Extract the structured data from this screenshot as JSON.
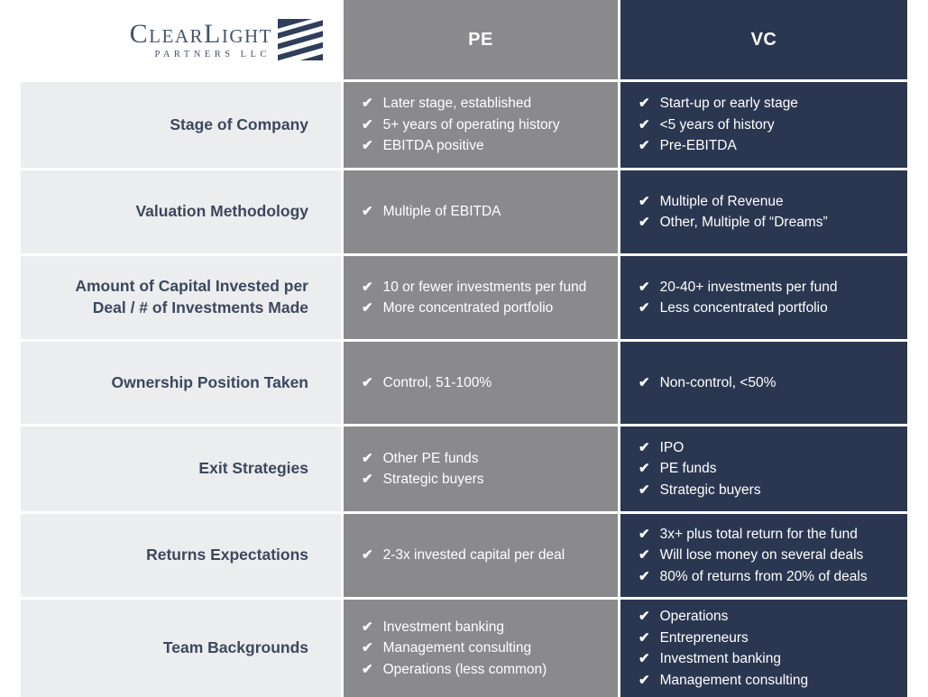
{
  "logo": {
    "name": "ClearLight",
    "subtitle": "PARTNERS LLC"
  },
  "columns": {
    "pe_label": "PE",
    "vc_label": "VC"
  },
  "check_icon": "✔",
  "colors": {
    "pe_header_bg": "#8a8a8c",
    "vc_header_bg": "#2b3751",
    "label_cell_bg": "#ecedee",
    "label_text": "#3b485f",
    "cell_text": "#ffffff",
    "logo_navy": "#46536e"
  },
  "rows": [
    {
      "label": "Stage of Company",
      "pe": [
        "Later stage, established",
        "5+ years of operating history",
        "EBITDA positive"
      ],
      "vc": [
        "Start-up or early stage",
        "<5 years of history",
        "Pre-EBITDA"
      ]
    },
    {
      "label": "Valuation Methodology",
      "pe": [
        "Multiple of EBITDA"
      ],
      "vc": [
        "Multiple of Revenue",
        "Other, Multiple of “Dreams”"
      ]
    },
    {
      "label": "Amount of Capital Invested per Deal / # of Investments Made",
      "pe": [
        "10 or fewer investments per fund",
        "More concentrated portfolio"
      ],
      "vc": [
        "20-40+ investments per fund",
        "Less concentrated portfolio"
      ]
    },
    {
      "label": "Ownership Position Taken",
      "pe": [
        "Control, 51-100%"
      ],
      "vc": [
        "Non-control, <50%"
      ]
    },
    {
      "label": "Exit Strategies",
      "pe": [
        "Other PE funds",
        "Strategic buyers"
      ],
      "vc": [
        "IPO",
        "PE funds",
        "Strategic buyers"
      ]
    },
    {
      "label": "Returns Expectations",
      "pe": [
        "2-3x invested capital per deal"
      ],
      "vc": [
        "3x+ plus total return for the fund",
        "Will lose money on several deals",
        "80% of returns from 20% of deals"
      ]
    },
    {
      "label": "Team Backgrounds",
      "pe": [
        "Investment banking",
        "Management consulting",
        "Operations (less common)"
      ],
      "vc": [
        "Operations",
        "Entrepreneurs",
        "Investment banking",
        "Management consulting"
      ]
    }
  ]
}
